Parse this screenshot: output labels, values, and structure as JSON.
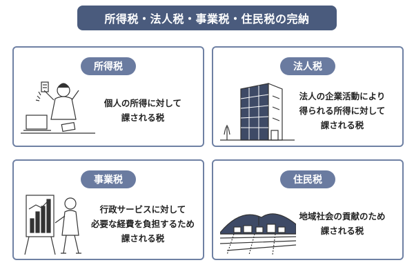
{
  "header": {
    "title": "所得税・法人税・事業税・住民税の完納"
  },
  "cards": [
    {
      "name": "所得税",
      "lines": [
        "個人の所得に対して",
        "課される税"
      ],
      "illustration": "office-worker-phone-icon"
    },
    {
      "name": "法人税",
      "lines": [
        "法人の企業活動により",
        "得られる所得に対して",
        "課される税"
      ],
      "illustration": "office-building-icon"
    },
    {
      "name": "事業税",
      "lines": [
        "行政サービスに対して",
        "必要な経費を負担するため",
        "課される税"
      ],
      "illustration": "presenter-chart-icon"
    },
    {
      "name": "住民税",
      "lines": [
        "地域社会の貢献のため",
        "課される税"
      ],
      "illustration": "town-landscape-icon"
    }
  ],
  "colors": {
    "title_bg": "#4a5b7d",
    "pill_bg": "#6a7ba0",
    "card_border": "#6e80a3"
  }
}
